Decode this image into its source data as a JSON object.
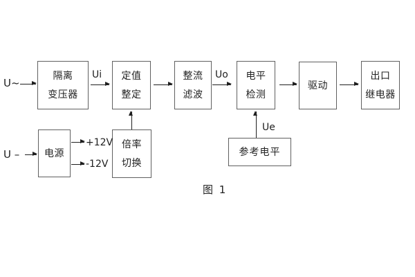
{
  "diagram": {
    "caption": "图 1",
    "colors": {
      "background": "#ffffff",
      "box_border": "#5f5f5f",
      "line": "#1f1f1f",
      "text": "#222222"
    }
  },
  "blocks": {
    "isolation": {
      "line1": "隔离",
      "line2": "变压器"
    },
    "setpoint": {
      "line1": "定值",
      "line2": "整定"
    },
    "rectifier": {
      "line1": "整流",
      "line2": "滤波"
    },
    "level_detect": {
      "line1": "电平",
      "line2": "检测"
    },
    "drive": {
      "line1": "驱动"
    },
    "output_relay": {
      "line1": "出口",
      "line2": "继电器"
    },
    "power": {
      "line1": "电源"
    },
    "multiplier": {
      "line1": "倍率",
      "line2": "切换"
    },
    "reference": {
      "line1": "参考电平"
    }
  },
  "signals": {
    "input_ac": "U~",
    "input_dc": "U –",
    "ui": "Ui",
    "uo": "Uo",
    "ue": "Ue",
    "plus12": "+12V",
    "minus12": "-12V"
  }
}
